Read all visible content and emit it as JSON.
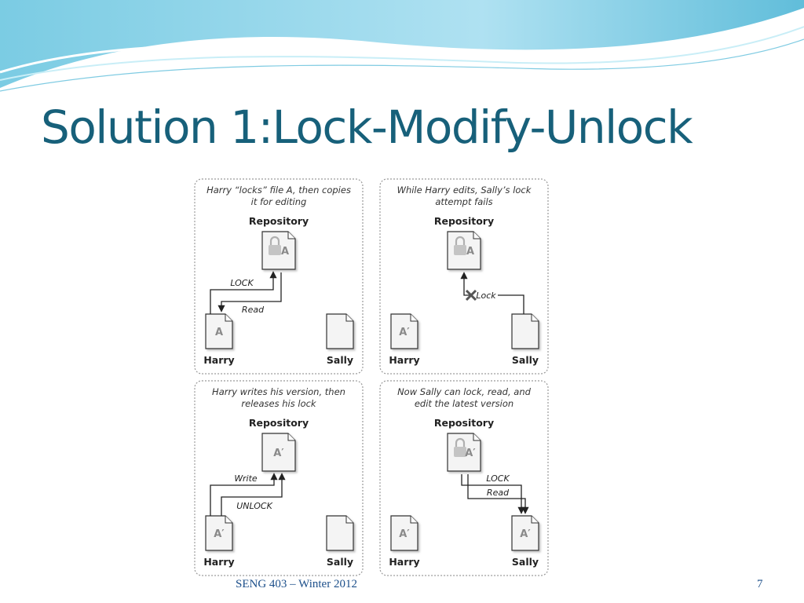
{
  "slide": {
    "title": "Solution 1:Lock-Modify-Unlock",
    "footer": "SENG 403 – Winter 2012",
    "page_number": "7"
  },
  "theme": {
    "title_color": "#17607a",
    "wave_color": "#8fd3e6",
    "footer_color": "#1c4f8a"
  },
  "panels": [
    {
      "caption_lines": [
        "Harry “locks” file A, then copies",
        "it for editing"
      ],
      "repository_label": "Repository",
      "repo_doc": {
        "text": "A",
        "locked": true
      },
      "harry": {
        "label": "Harry",
        "doc": "A"
      },
      "sally": {
        "label": "Sally",
        "doc": ""
      },
      "arrow_labels": [
        "LOCK",
        "Read"
      ]
    },
    {
      "caption_lines": [
        "While Harry edits, Sally’s lock",
        "attempt fails"
      ],
      "repository_label": "Repository",
      "repo_doc": {
        "text": "A",
        "locked": true
      },
      "harry": {
        "label": "Harry",
        "doc": "A′"
      },
      "sally": {
        "label": "Sally",
        "doc": ""
      },
      "arrow_labels": [
        "Lock"
      ]
    },
    {
      "caption_lines": [
        "Harry writes his version, then",
        "releases his lock"
      ],
      "repository_label": "Repository",
      "repo_doc": {
        "text": "A′",
        "locked": false
      },
      "harry": {
        "label": "Harry",
        "doc": "A′"
      },
      "sally": {
        "label": "Sally",
        "doc": ""
      },
      "arrow_labels": [
        "Write",
        "UNLOCK"
      ]
    },
    {
      "caption_lines": [
        "Now Sally can lock, read, and",
        "edit the latest version"
      ],
      "repository_label": "Repository",
      "repo_doc": {
        "text": "A′",
        "locked": true
      },
      "harry": {
        "label": "Harry",
        "doc": "A′"
      },
      "sally": {
        "label": "Sally",
        "doc": "A′"
      },
      "arrow_labels": [
        "Read",
        "LOCK"
      ]
    }
  ]
}
